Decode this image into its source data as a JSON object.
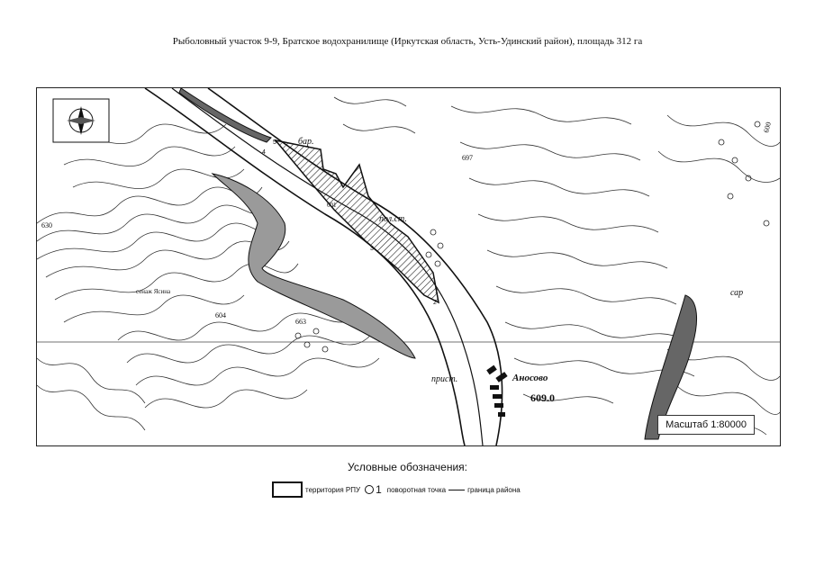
{
  "title": "Рыболовный участок 9-9, Братское водохранилище (Иркутская область, Усть-Удинский район), площадь 312 га",
  "map": {
    "labels": {
      "spot_bar": "бар.",
      "spot_polst": "пол.ст.",
      "spot_prist": "прист.",
      "spot_sar": "сар",
      "village": "Аносово",
      "h697": "697",
      "h630": "630",
      "h604": "604",
      "h663": "663",
      "h609": "609.0",
      "h600": "600",
      "h601": "601",
      "place_small": "сенаж Ясина"
    },
    "points": [
      "1",
      "2",
      "3",
      "4",
      "5"
    ],
    "scale": "Масштаб 1:80000"
  },
  "legend": {
    "title": "Условные обозначения:",
    "territory": "территория РПУ",
    "point_num": "1",
    "point": "поворотная точка",
    "border": "граница района"
  },
  "colors": {
    "ink": "#111111",
    "paper": "#ffffff",
    "hatch": "#222222"
  }
}
